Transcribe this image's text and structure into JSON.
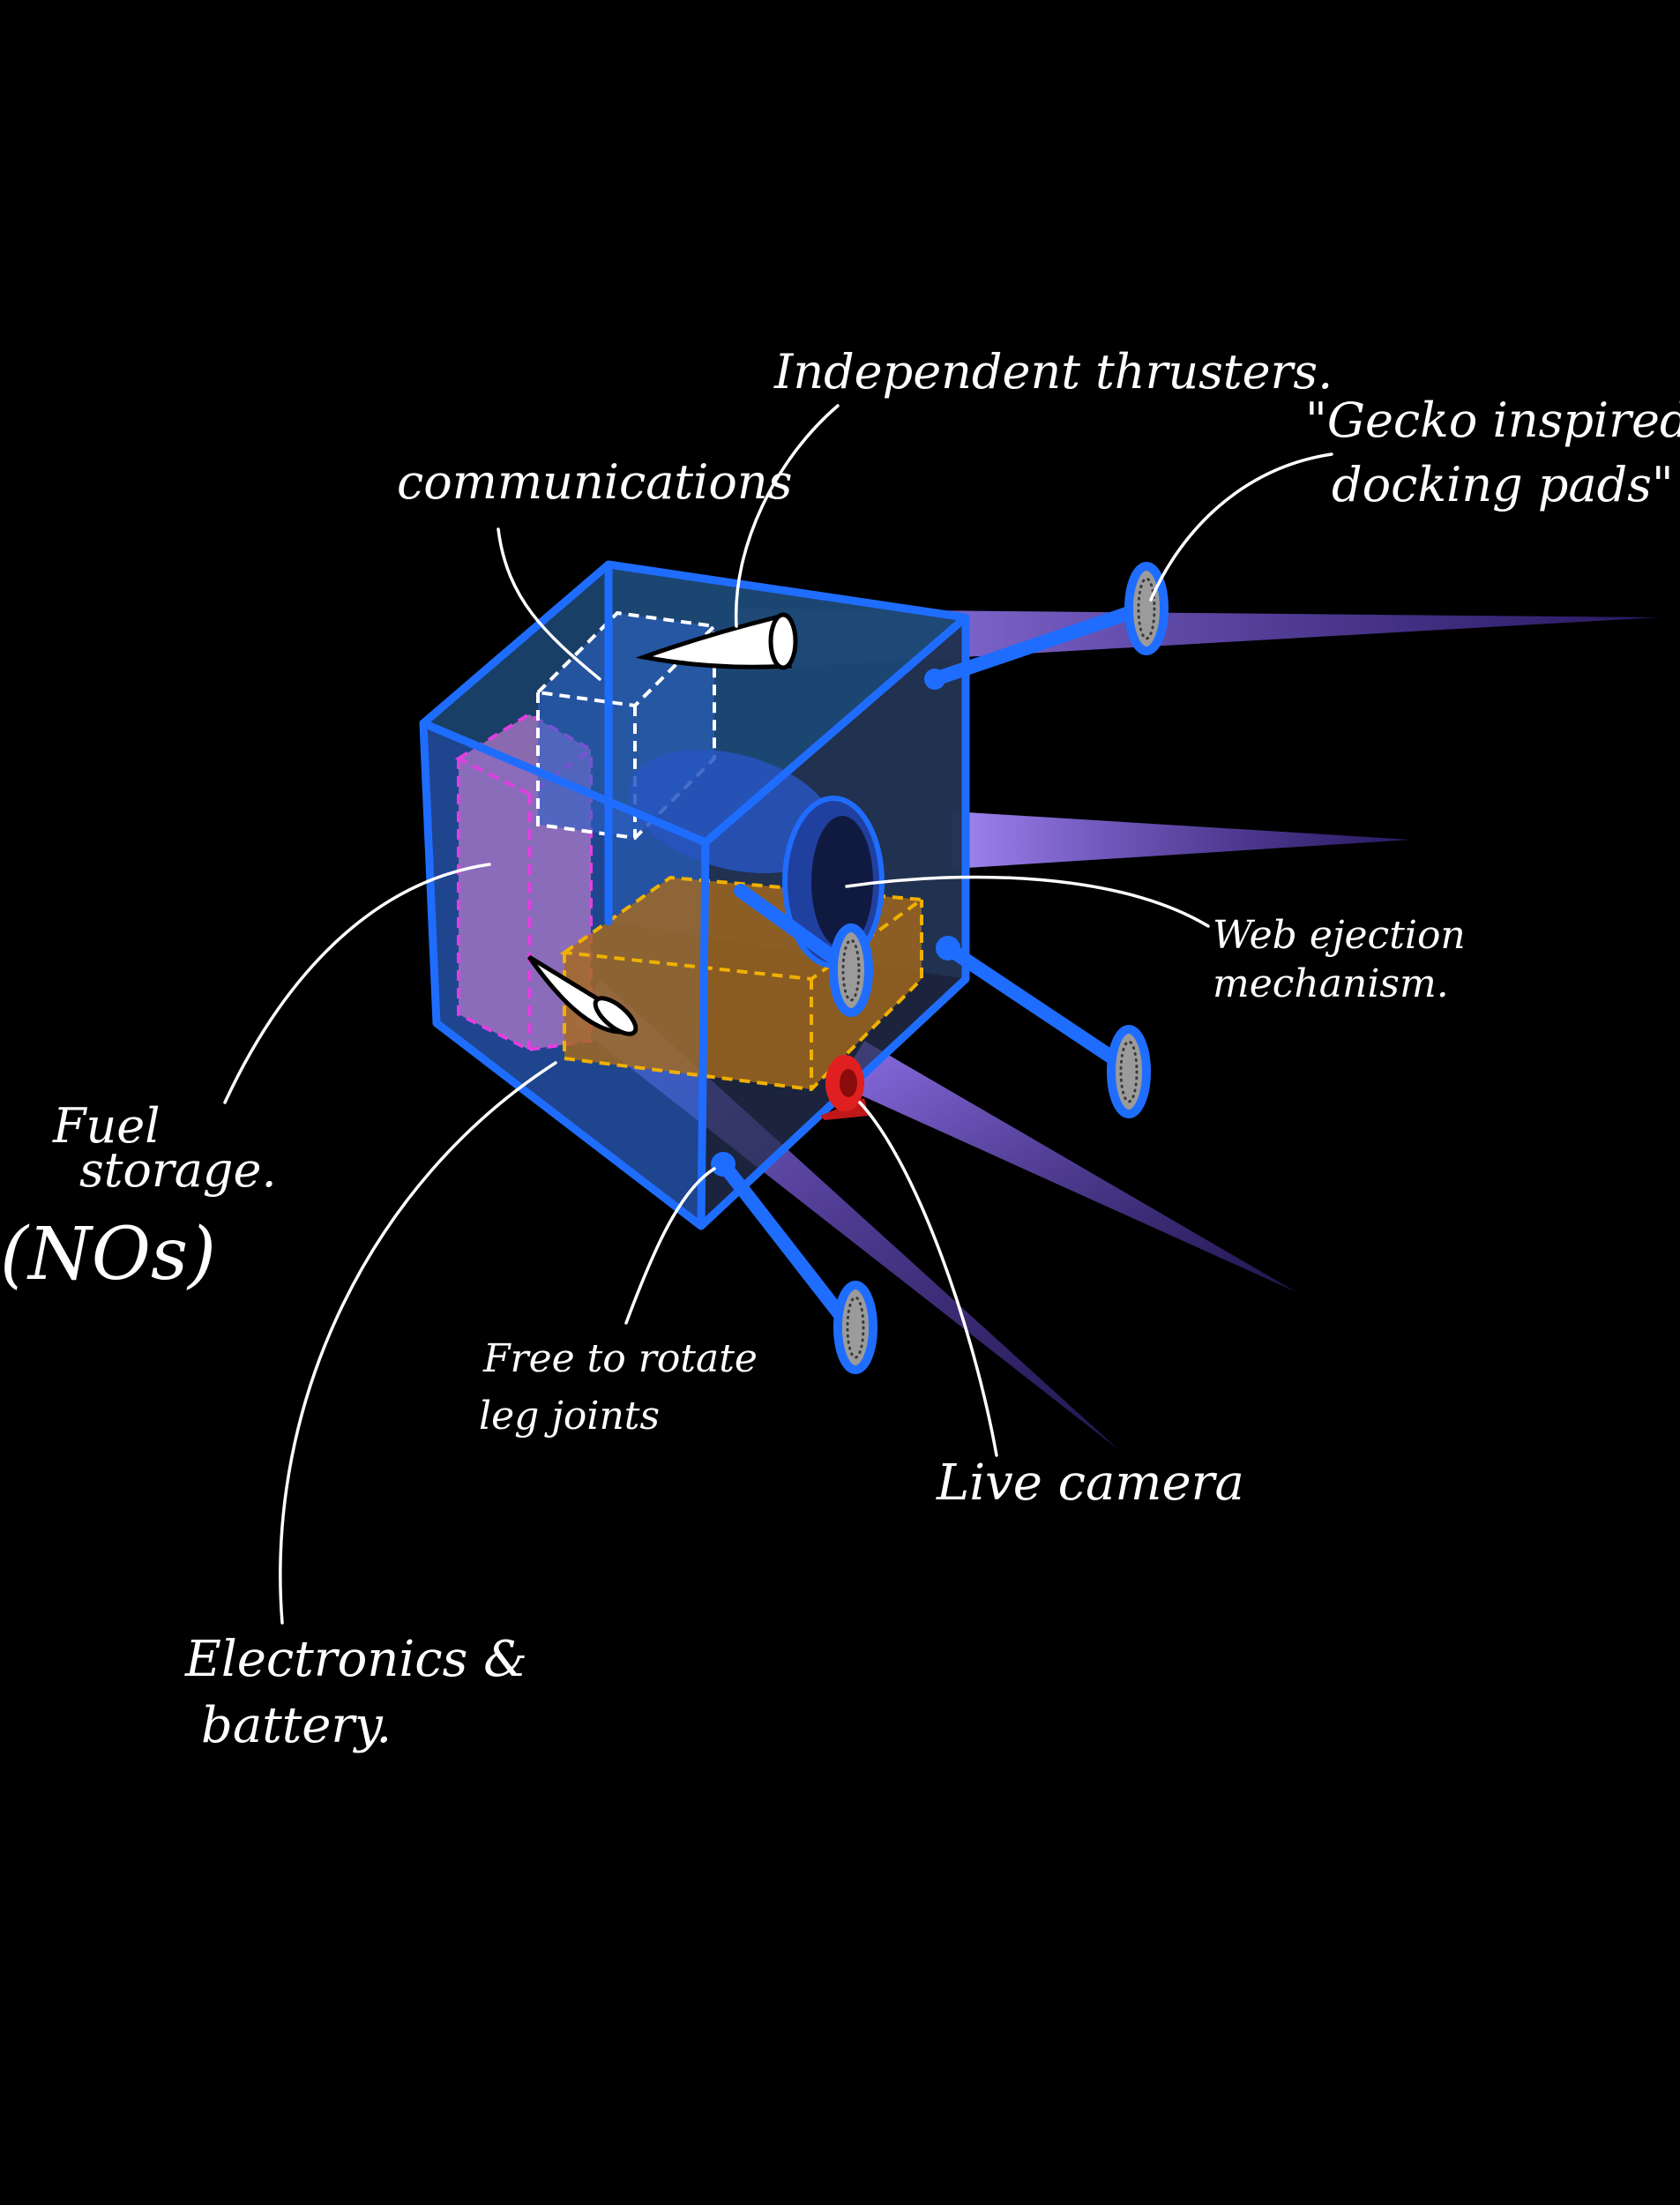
{
  "labels": {
    "independent_thrusters": "Independent thrusters.",
    "gecko_line1": "\"Gecko inspired",
    "gecko_line2": "docking pads\"",
    "communications": "communications",
    "web_ejection_line1": "Web ejection",
    "web_ejection_line2": "mechanism.",
    "fuel_line1": "Fuel",
    "fuel_line2": "storage.",
    "fuel_line3": "(NOs)",
    "leg_joints_line1": "Free to rotate",
    "leg_joints_line2": "leg joints",
    "live_camera": "Live camera",
    "electronics_line1": "Electronics &",
    "electronics_line2": "battery."
  },
  "colors": {
    "background": "#000000",
    "frame_blue": "#1f6dff",
    "plume_purple": "#7a4fe0",
    "fuel_box": "#e040e0",
    "electronics_box": "#f0b000",
    "camera_red": "#e02020",
    "label_white": "#ffffff"
  }
}
